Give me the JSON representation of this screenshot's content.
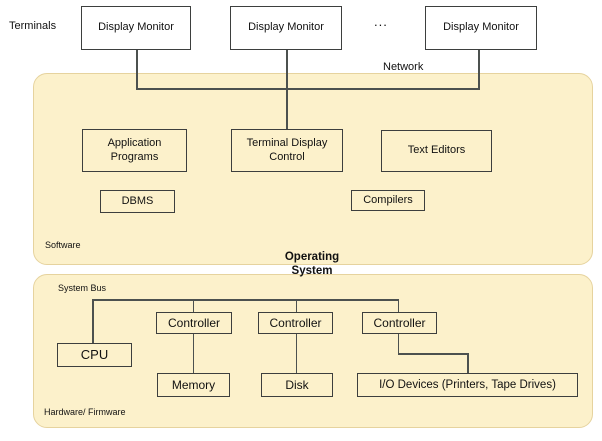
{
  "diagram": {
    "terminals_label": "Terminals",
    "monitors": [
      "Display Monitor",
      "Display Monitor",
      "Display Monitor"
    ],
    "ellipsis": "...",
    "network_label": "Network",
    "operating_system_label": "Operating\nSystem",
    "software": {
      "panel_label": "Software",
      "boxes": {
        "application_programs": "Application\nPrograms",
        "terminal_display_control": "Terminal Display\nControl",
        "text_editors": "Text Editors",
        "dbms": "DBMS",
        "compilers": "Compilers"
      }
    },
    "hardware": {
      "panel_label": "Hardware/ Firmware",
      "system_bus_label": "System Bus",
      "boxes": {
        "cpu": "CPU",
        "controller_1": "Controller",
        "controller_2": "Controller",
        "controller_3": "Controller",
        "memory": "Memory",
        "disk": "Disk",
        "io_devices": "I/O Devices (Printers, Tape Drives)"
      }
    },
    "colors": {
      "panel_fill": "#FCF1CB",
      "panel_border": "#E6D39E",
      "connector_line": "#4C514F",
      "box_border": "#3D3F3E",
      "text": "#111111"
    }
  }
}
